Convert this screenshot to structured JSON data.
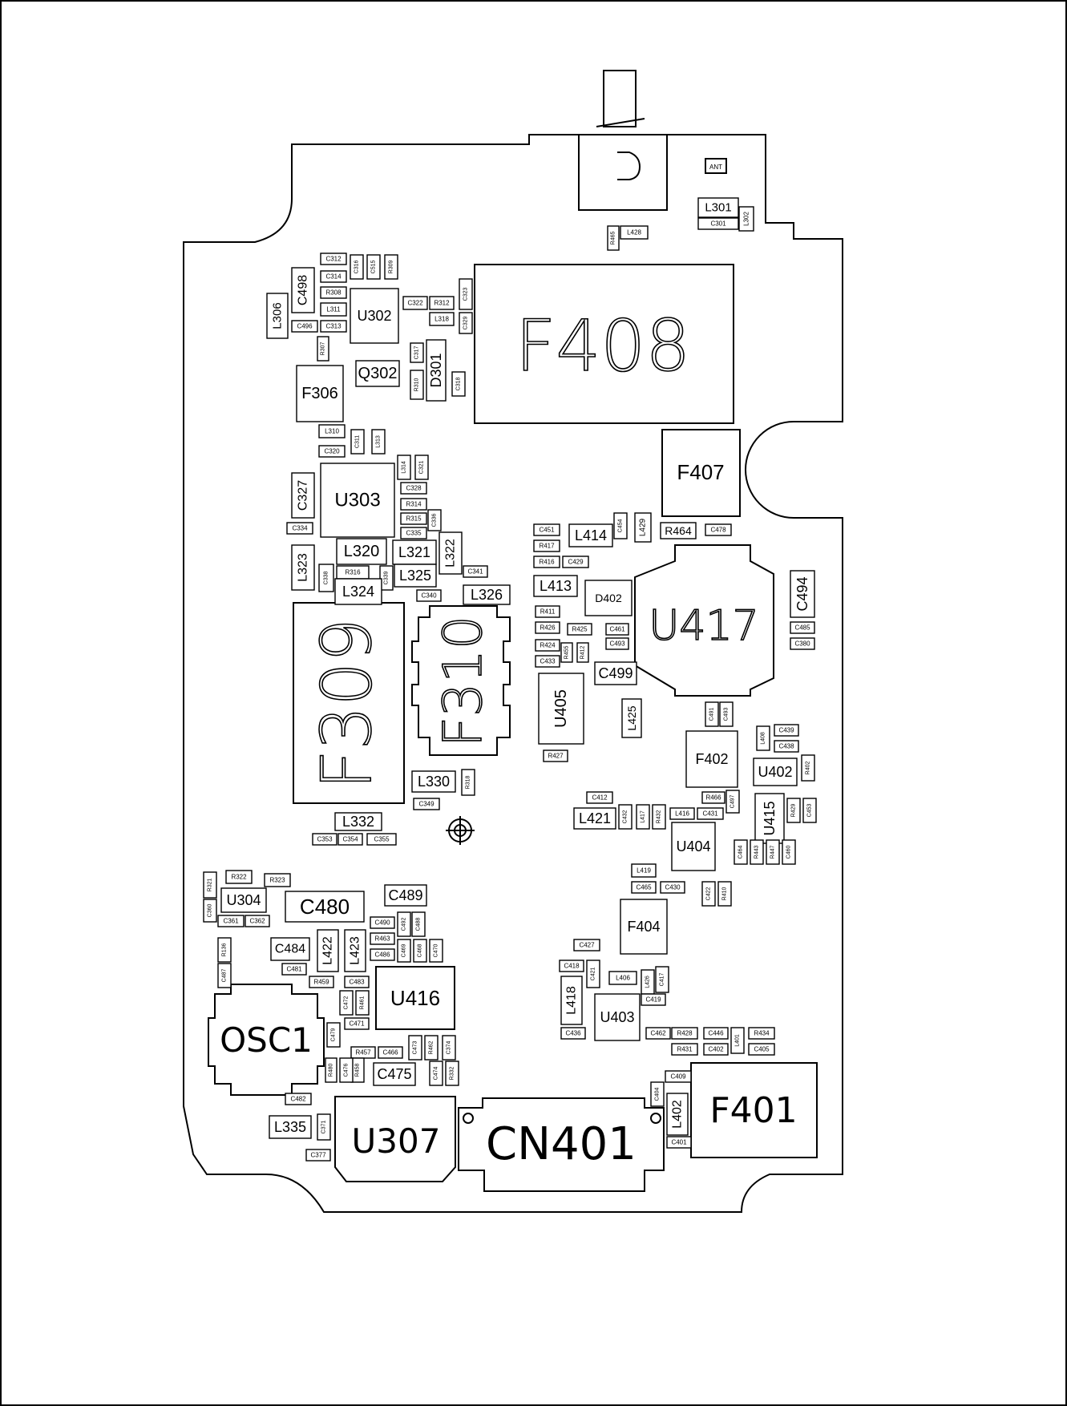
{
  "board": {
    "ant_mark": "ANT",
    "outline_color": "#000000",
    "background": "#ffffff",
    "fixed_labels": {
      "F408": "F408",
      "F309": "F309",
      "F310": "F310",
      "U417": "U417",
      "F407": "F407",
      "CN401": "CN401",
      "U307": "U307",
      "F401": "F401",
      "OSC1": "OSC1",
      "U416": "U416"
    },
    "components": [
      "L301",
      "C301",
      "L302",
      "R465",
      "L428",
      "C312",
      "C316",
      "C515",
      "R309",
      "C314",
      "C498",
      "R308",
      "U302",
      "C322",
      "R312",
      "C323",
      "L306",
      "L311",
      "L318",
      "C329",
      "C496",
      "C313",
      "R307",
      "C317",
      "Q302",
      "D301",
      "R310",
      "C318",
      "F306",
      "L310",
      "C311",
      "L313",
      "C320",
      "L314",
      "C321",
      "C327",
      "U303",
      "C328",
      "R314",
      "R315",
      "C336",
      "C334",
      "C335",
      "L320",
      "L321",
      "L322",
      "L323",
      "C338",
      "R316",
      "C339",
      "L325",
      "C341",
      "L324",
      "C340",
      "L326",
      "C451",
      "L414",
      "C454",
      "L429",
      "R464",
      "C478",
      "R417",
      "R416",
      "C429",
      "L413",
      "D402",
      "C494",
      "R411",
      "R426",
      "R425",
      "C461",
      "C485",
      "R424",
      "R455",
      "R412",
      "C493",
      "C380",
      "C433",
      "C499",
      "U405",
      "L425",
      "C491",
      "C493",
      "F402",
      "L408",
      "C439",
      "C438",
      "U402",
      "R402",
      "R427",
      "L330",
      "R318",
      "C349",
      "L332",
      "C353",
      "C354",
      "C355",
      "C412",
      "L421",
      "C432",
      "L417",
      "R432",
      "L416",
      "C431",
      "R466",
      "C497",
      "U415",
      "R429",
      "C453",
      "U404",
      "C464",
      "R443",
      "R447",
      "C460",
      "R321",
      "R322",
      "R323",
      "C489",
      "U304",
      "C480",
      "C360",
      "C361",
      "C362",
      "C490",
      "C492",
      "C488",
      "R463",
      "R136",
      "C484",
      "L422",
      "L423",
      "C487",
      "C469",
      "C468",
      "C470",
      "C481",
      "C483",
      "C486",
      "R459",
      "C472",
      "R461",
      "C471",
      "L419",
      "C465",
      "C430",
      "C422",
      "R410",
      "F404",
      "C427",
      "C418",
      "C421",
      "L406",
      "L426",
      "C417",
      "L418",
      "C419",
      "U403",
      "C436",
      "C479",
      "R457",
      "C466",
      "C473",
      "R462",
      "C374",
      "C462",
      "R428",
      "C446",
      "L401",
      "R434",
      "R431",
      "C402",
      "C405",
      "R480",
      "R458",
      "C475",
      "C474",
      "R332",
      "C476",
      "C482",
      "C409",
      "C404",
      "L402",
      "C401",
      "L335",
      "C371",
      "C377"
    ]
  }
}
